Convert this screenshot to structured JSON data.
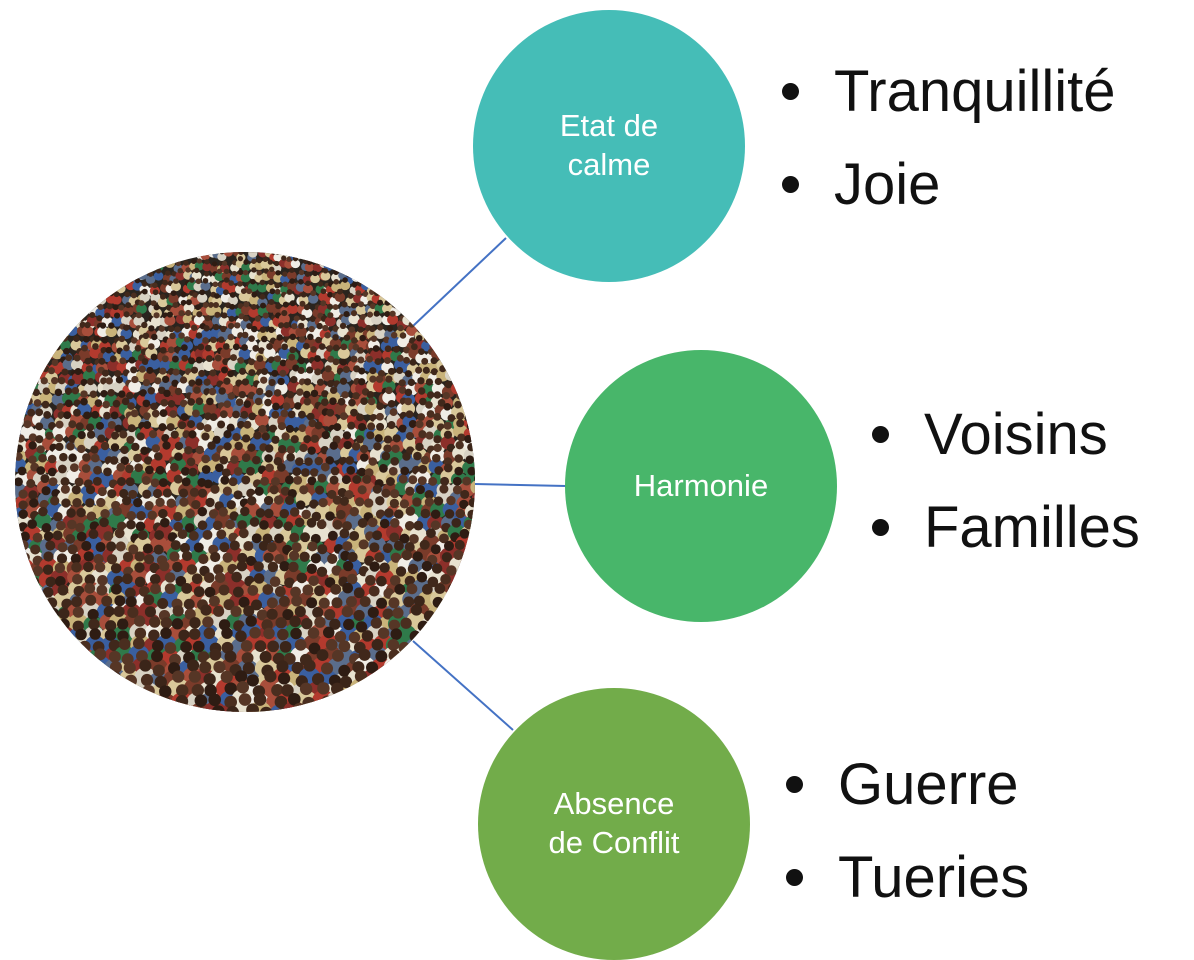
{
  "colors": {
    "connector": "#4472C4",
    "node_calme": "#45BDB7",
    "node_harmonie": "#48B66A",
    "node_conflit": "#72AC4A",
    "text_dark": "#111111"
  },
  "center": {
    "image": "crowd-photo"
  },
  "nodes": [
    {
      "label_lines": [
        "Etat de",
        "calme"
      ],
      "bullets": [
        "Tranquillité",
        "Joie"
      ]
    },
    {
      "label_lines": [
        "Harmonie"
      ],
      "bullets": [
        "Voisins",
        "Familles"
      ]
    },
    {
      "label_lines": [
        "Absence",
        "de Conflit"
      ],
      "bullets": [
        "Guerre",
        "Tueries"
      ]
    }
  ]
}
